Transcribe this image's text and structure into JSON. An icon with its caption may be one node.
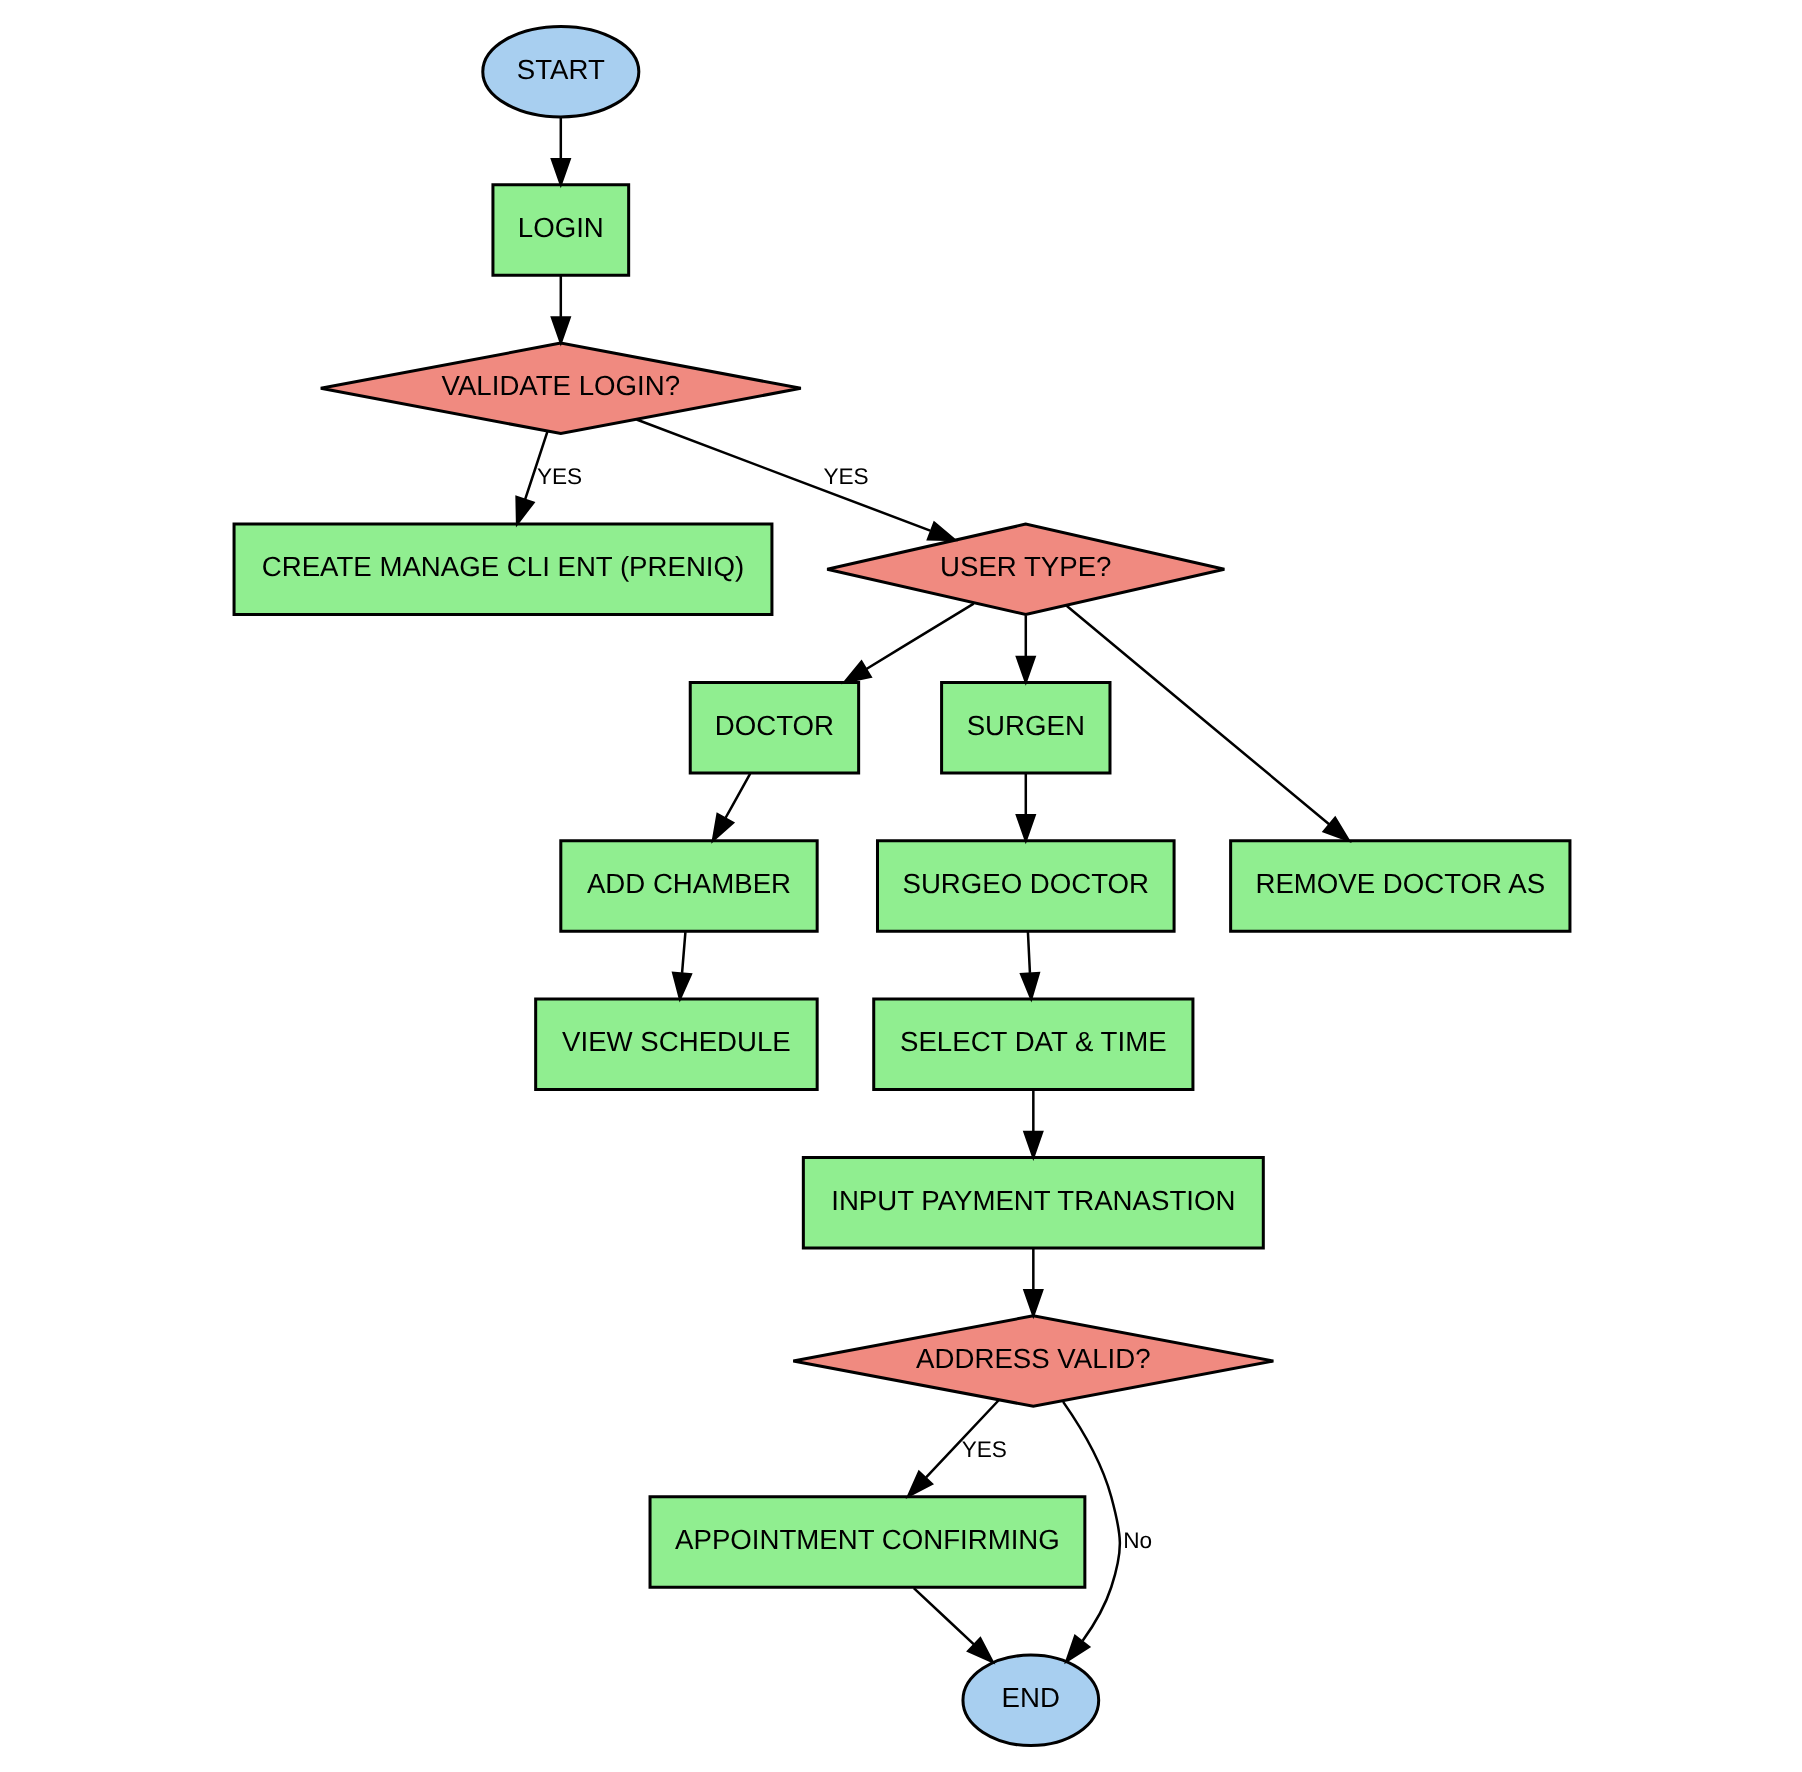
{
  "diagram": {
    "nodes": [
      {
        "text": [
          "START"
        ]
      },
      {
        "text": [
          "LOGIN"
        ]
      },
      {
        "text": [
          "VALIDATE LOGIN?"
        ]
      },
      {
        "text": [
          "CREATE MANAGE CLI ENT (PRENIQ)"
        ]
      },
      {
        "text": [
          "USER TYPE?"
        ]
      },
      {
        "text": [
          "DOCTOR"
        ]
      },
      {
        "text": [
          "SURGEN"
        ]
      },
      {
        "text": [
          "ADD CHAMBER"
        ]
      },
      {
        "text": [
          "SURGEO DOCTOR"
        ]
      },
      {
        "text": [
          "REMOVE DOCTOR AS"
        ]
      },
      {
        "text": [
          "VIEW SCHEDULE"
        ]
      },
      {
        "text": [
          "SELECT DAT & TIME"
        ]
      },
      {
        "text": [
          "INPUT PAYMENT TRANASTION"
        ]
      },
      {
        "text": [
          "ADDRESS VALID?"
        ]
      },
      {
        "text": [
          "APPOINTMENT CONFIRMING"
        ]
      },
      {
        "text": [
          "END"
        ]
      }
    ],
    "edges": [
      {
        "from": 0,
        "to": 1,
        "arrow": "to"
      },
      {
        "from": 1,
        "to": 2,
        "arrow": "to"
      },
      {
        "from": 2,
        "to": 3,
        "arrow": "to",
        "label": "YES"
      },
      {
        "from": 2,
        "to": 4,
        "arrow": "to",
        "label": "YES"
      },
      {
        "from": 4,
        "to": 5,
        "arrow": "to"
      },
      {
        "from": 4,
        "to": 6,
        "arrow": "to"
      },
      {
        "from": 4,
        "to": 9,
        "arrow": "to"
      },
      {
        "from": 5,
        "to": 7,
        "arrow": "to"
      },
      {
        "from": 7,
        "to": 10,
        "arrow": "to"
      },
      {
        "from": 6,
        "to": 8,
        "arrow": "to"
      },
      {
        "from": 8,
        "to": 11,
        "arrow": "to"
      },
      {
        "from": 11,
        "to": 12,
        "arrow": "to"
      },
      {
        "from": 12,
        "to": 13,
        "arrow": "to"
      },
      {
        "from": 13,
        "to": 14,
        "arrow": "to",
        "label": "YES"
      },
      {
        "from": 13,
        "to": 15,
        "arrow": "to",
        "label": "No"
      },
      {
        "from": 14,
        "to": 15,
        "arrow": "to"
      }
    ]
  }
}
